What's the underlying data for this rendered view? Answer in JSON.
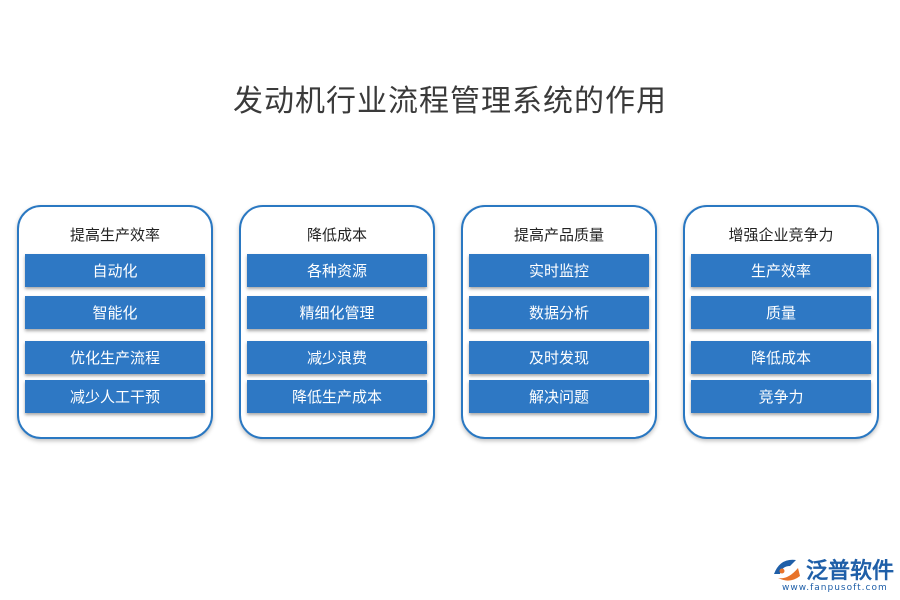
{
  "title": "发动机行业流程管理系统的作用",
  "cards": [
    {
      "heading": "提高生产效率",
      "items": [
        "自动化",
        "智能化",
        "优化生产流程",
        "减少人工干预"
      ]
    },
    {
      "heading": "降低成本",
      "items": [
        "各种资源",
        "精细化管理",
        "减少浪费",
        "降低生产成本"
      ]
    },
    {
      "heading": "提高产品质量",
      "items": [
        "实时监控",
        "数据分析",
        "及时发现",
        "解决问题"
      ]
    },
    {
      "heading": "增强企业竞争力",
      "items": [
        "生产效率",
        "质量",
        "降低成本",
        "竞争力"
      ]
    }
  ],
  "logo": {
    "name": "泛普软件",
    "url": "www.fanpusoft.com"
  },
  "colors": {
    "accent": "#2e78c4",
    "border": "#2a78c2",
    "logo": "#1f5fa8"
  }
}
